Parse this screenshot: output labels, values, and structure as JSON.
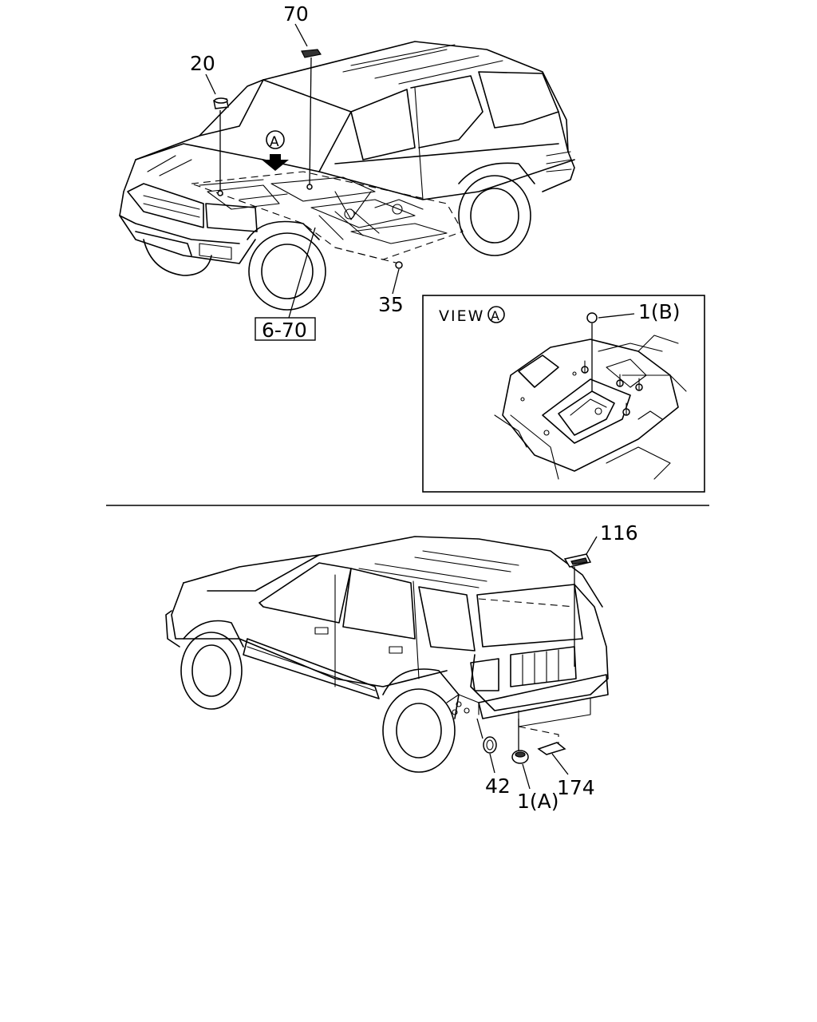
{
  "labels": {
    "top_70": "70",
    "top_20": "20",
    "view_marker": "A",
    "top_35": "35",
    "top_6_70": "6-70",
    "view_title": "VIEW",
    "view_circle": "A",
    "view_1b": "1(B)",
    "bottom_116": "116",
    "bottom_42": "42",
    "bottom_1a": "1(A)",
    "bottom_174": "174"
  }
}
